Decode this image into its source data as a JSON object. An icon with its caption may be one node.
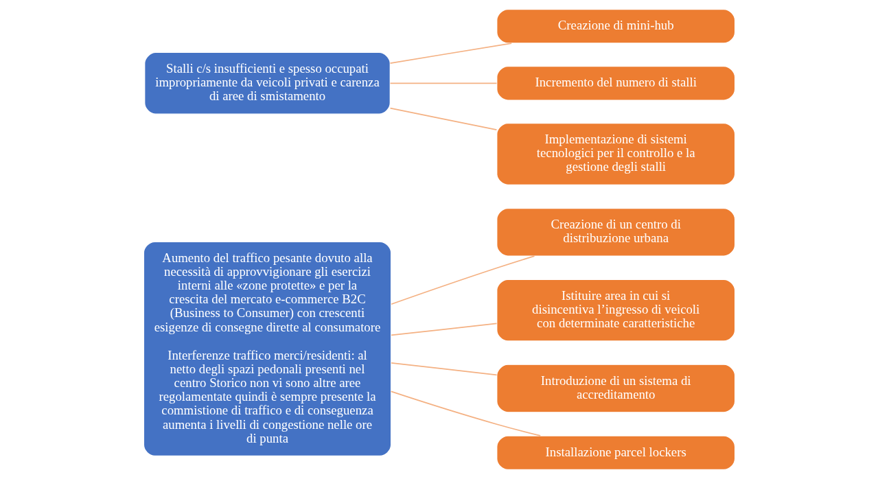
{
  "diagram": {
    "nodes": [
      {
        "text": [
          "Aumento del traffico pesante dovuto alla necessità di approvvigionare gli esercizi interni alle «zone protette» e per la crescita del mercato e-commerce B2C (Business to Consumer) con crescenti esigenze di consegne dirette al consumatore",
          "Interferenze traffico merci/residenti: al netto degli spazi pedonali presenti nel centro Storico non vi sono altre aree regolamentate quindi è sempre presente la commistione di traffico e di conseguenza aumenta i livelli di congestione nelle ore di punta"
        ]
      },
      {
        "text": [
          "Creazione di un centro di distribuzione urbana"
        ]
      },
      {
        "text": [
          "Istituire area in cui si disincentiva l’ingresso di veicoli con determinate caratteristiche"
        ]
      },
      {
        "text": [
          "Introduzione di un sistema di accreditamento"
        ]
      },
      {
        "text": [
          "Installazione parcel lockers"
        ]
      },
      {
        "text": [
          "Stalli c/s insufficienti e spesso occupati impropriamente da veicoli privati e carenza di aree di smistamento"
        ]
      },
      {
        "text": [
          "Creazione di mini-hub"
        ]
      },
      {
        "text": [
          "Incremento del numero di stalli"
        ]
      },
      {
        "text": [
          "Implementazione di sistemi tecnologici per il controllo e la gestione degli stalli"
        ]
      }
    ],
    "edges": [
      {
        "from": 0,
        "to": 1,
        "arrow": "none"
      },
      {
        "from": 0,
        "to": 2,
        "arrow": "none"
      },
      {
        "from": 0,
        "to": 3,
        "arrow": "none"
      },
      {
        "from": 0,
        "to": 4,
        "arrow": "none"
      },
      {
        "from": 5,
        "to": 6,
        "arrow": "none"
      },
      {
        "from": 5,
        "to": 7,
        "arrow": "none"
      },
      {
        "from": 5,
        "to": 8,
        "arrow": "none"
      }
    ]
  }
}
